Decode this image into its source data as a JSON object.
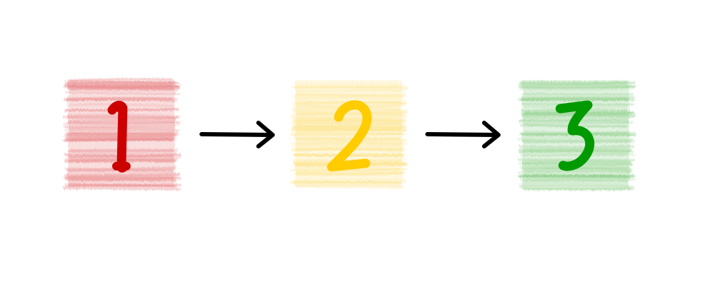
{
  "steps": [
    {
      "label": "1",
      "swatch_color": "#e8888a",
      "numeral_color": "#cc0000"
    },
    {
      "label": "2",
      "swatch_color": "#fde38a",
      "numeral_color": "#ffcc00"
    },
    {
      "label": "3",
      "swatch_color": "#93d08e",
      "numeral_color": "#009a00"
    }
  ],
  "connector": {
    "color": "#000000",
    "icon": "arrow-right-icon"
  }
}
